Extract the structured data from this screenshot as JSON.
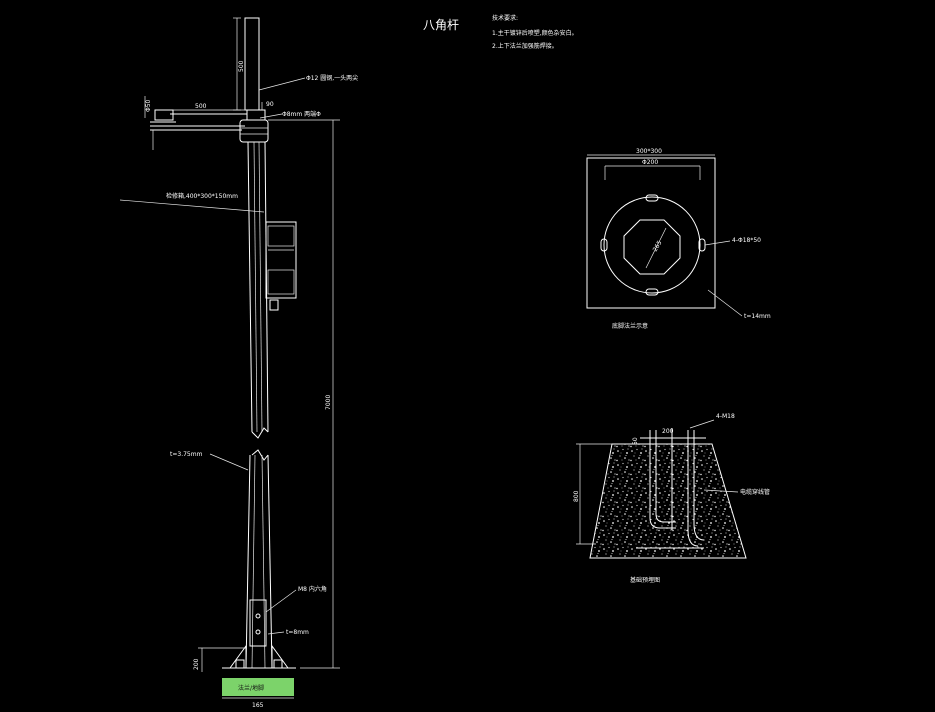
{
  "title": "八角杆",
  "notes": {
    "heading": "技术要求:",
    "line1": "1.主干镀锌后喷塑,颜色杂安白。",
    "line2": "2.上下法兰加强筋焊接。"
  },
  "pole": {
    "dim_500_vertical": "500",
    "dim_500_arm": "500",
    "dim_phi50": "Φ50",
    "dim_90": "90",
    "dim_7000": "7000",
    "dim_200": "200",
    "dim_165": "165",
    "label_top_cap": "Φ12 圆钢,一头两尖",
    "label_arm": "Φ8mm 两端Φ",
    "label_box": "检修箱,400*300*150mm",
    "label_wall": "t=3.75mm",
    "label_bolt": "M8 内六角",
    "label_flange": "t=8mm",
    "label_base_green": "法兰/地脚"
  },
  "flange": {
    "dim_300": "300*300",
    "dim_phi200": "Φ200",
    "dim_diag": "265",
    "label_holes": "4-Φ18*50",
    "label_thickness": "t=14mm",
    "caption": "底脚法兰示意"
  },
  "foundation": {
    "label_bolts": "4-M18",
    "dim_200": "200",
    "dim_50": "50",
    "dim_800": "800",
    "label_conduit": "电缆穿线管",
    "caption": "基础预埋图"
  }
}
